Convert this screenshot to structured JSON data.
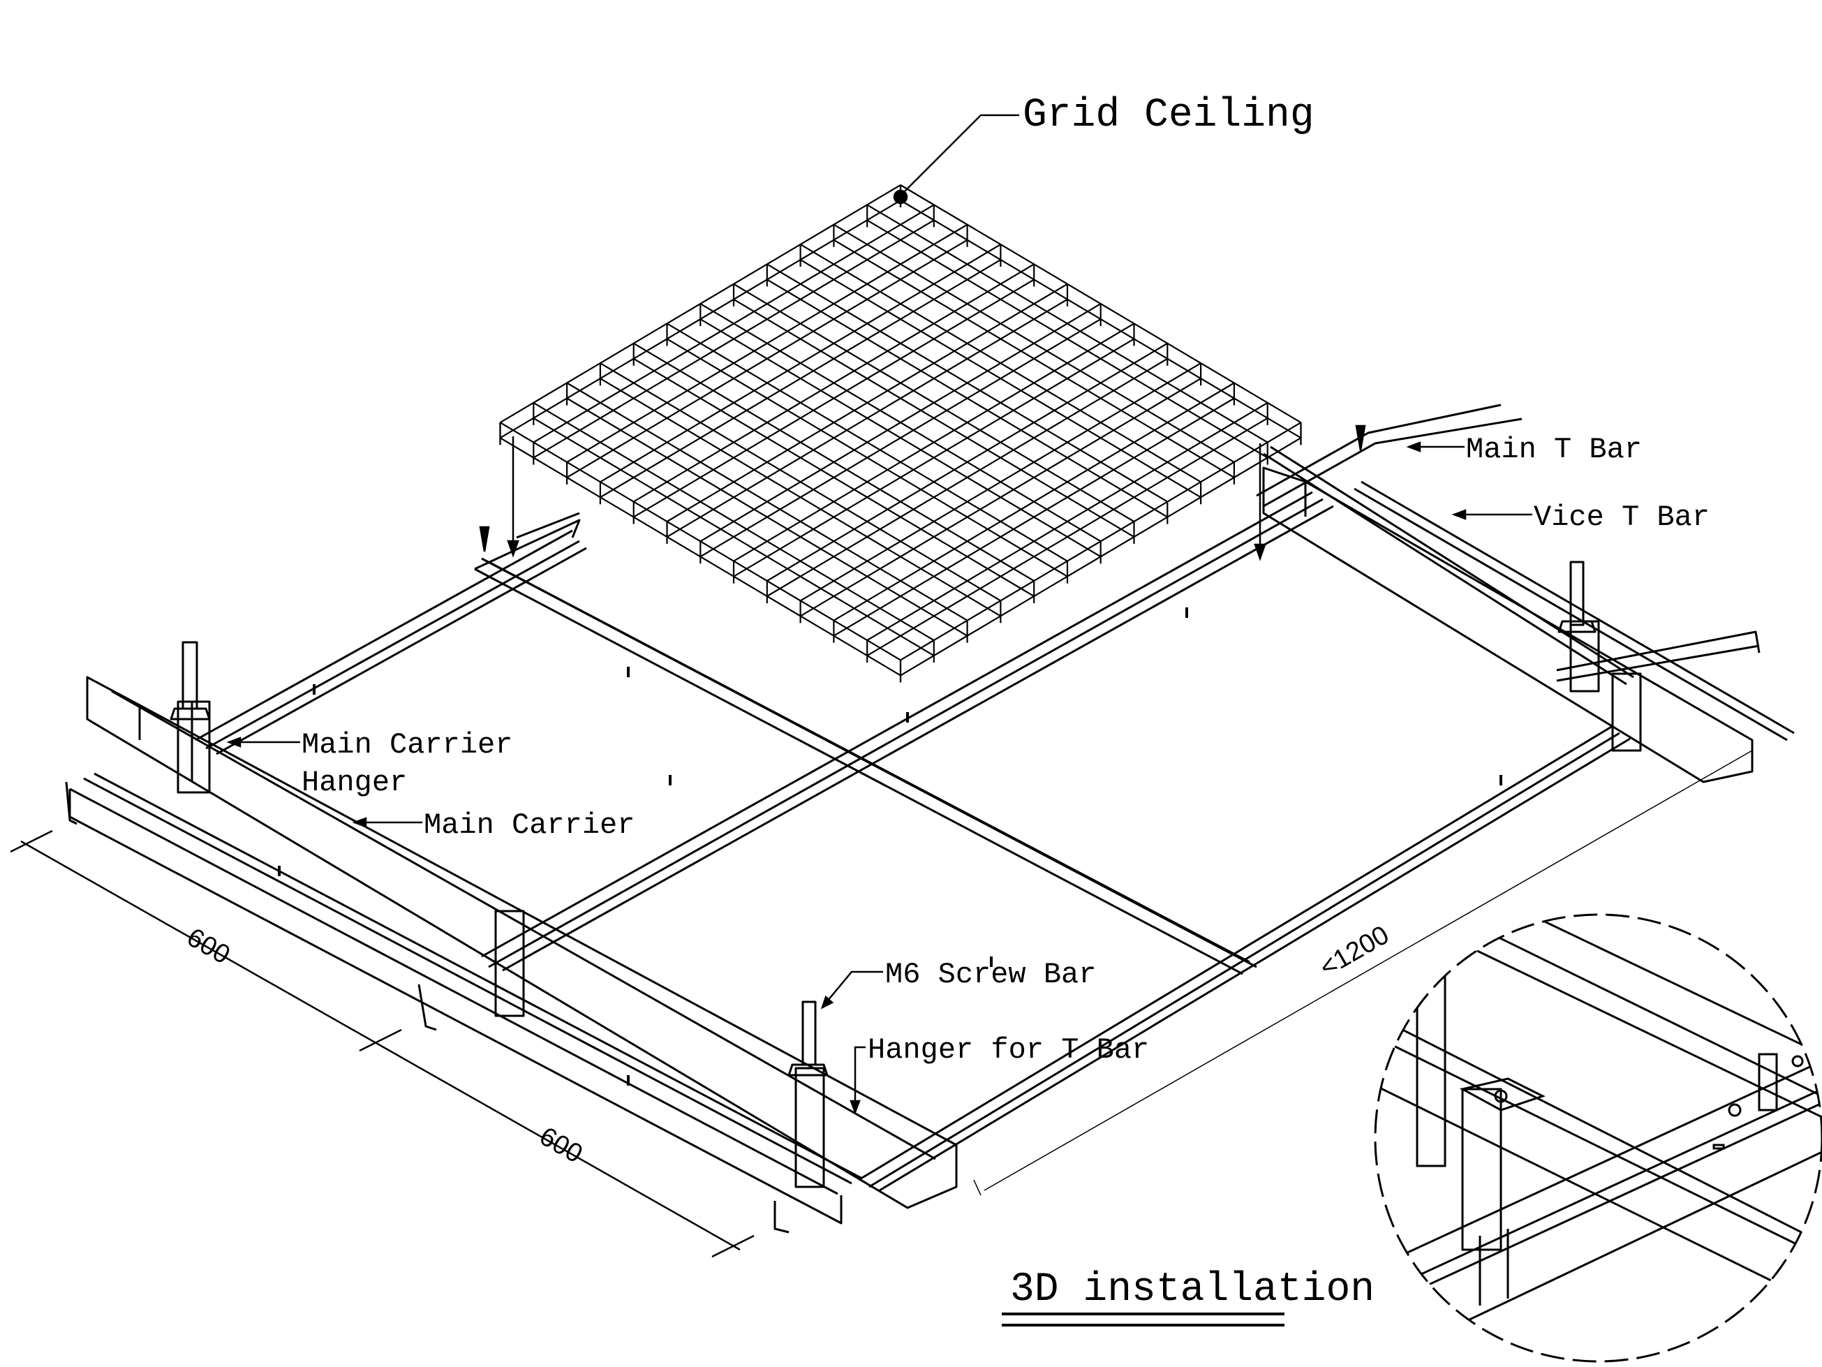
{
  "labels": {
    "grid_ceiling": "Grid Ceiling",
    "main_t_bar": "Main T Bar",
    "vice_t_bar": "Vice T Bar",
    "main_carrier_hanger_line1": "Main Carrier",
    "main_carrier_hanger_line2": "Hanger",
    "main_carrier": "Main Carrier",
    "m6_screw_bar": "M6 Screw Bar",
    "hanger_for_t_bar": "Hanger for T Bar",
    "title": "3D installation"
  },
  "dimensions": {
    "span_a": "600",
    "span_b": "600",
    "span_c": "1200"
  },
  "colors": {
    "line": "#000000",
    "background": "#ffffff"
  }
}
